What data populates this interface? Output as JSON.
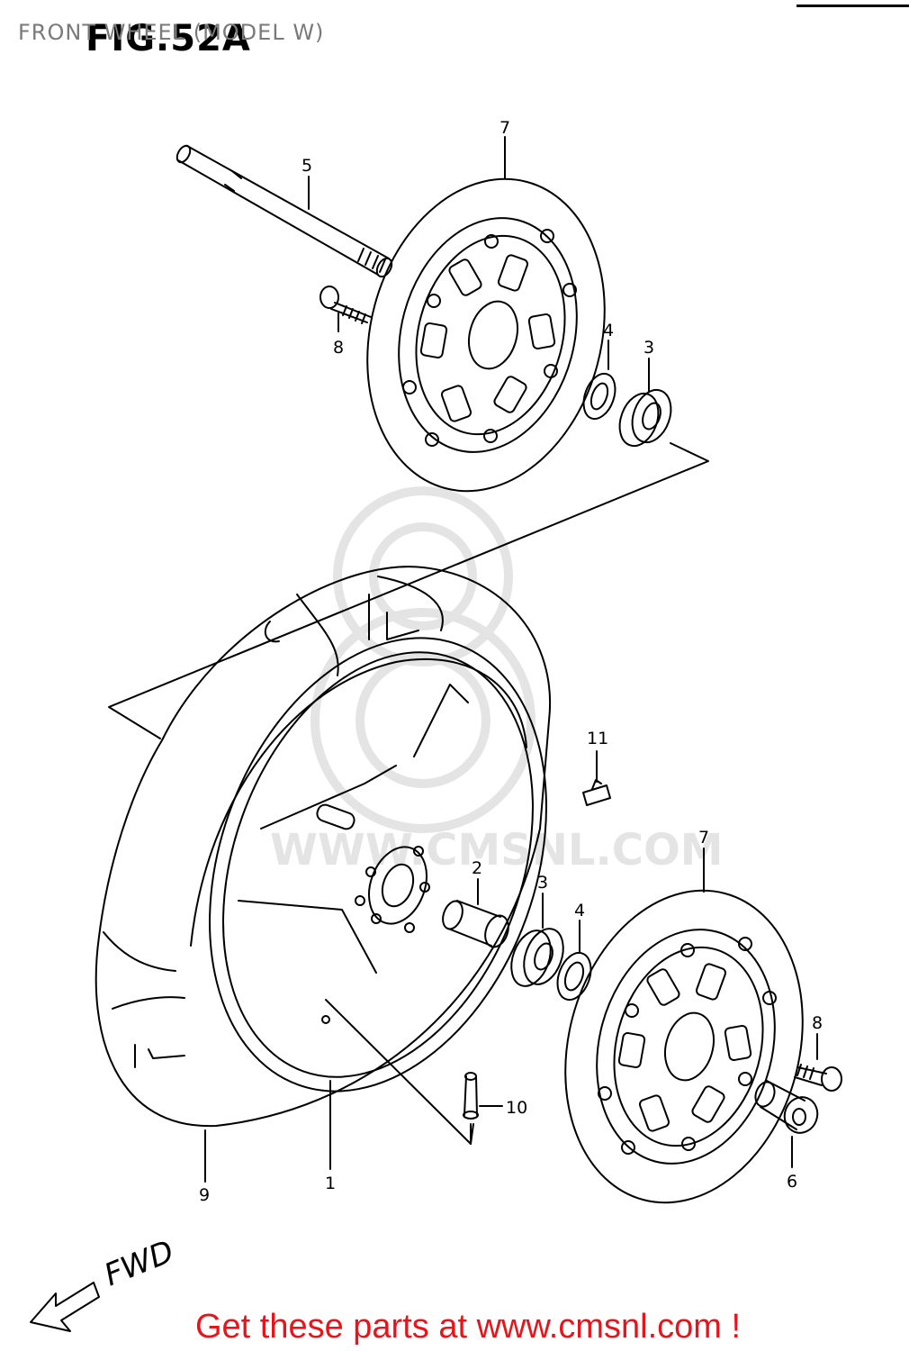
{
  "header": {
    "title": "FRONT WHEEL (MODEL W)",
    "figure": "FIG.52A"
  },
  "watermark": {
    "text": "WWW.CMSNL.COM"
  },
  "callouts": [
    "1",
    "2",
    "3",
    "3",
    "4",
    "4",
    "5",
    "6",
    "7",
    "7",
    "8",
    "8",
    "9",
    "10",
    "11"
  ],
  "fwd_label": "FWD",
  "footer": {
    "link_text": "Get these parts at www.cmsnl.com !"
  },
  "colors": {
    "link": "#e8141b",
    "line": "#000000",
    "watermark": "#e4e4e4"
  }
}
